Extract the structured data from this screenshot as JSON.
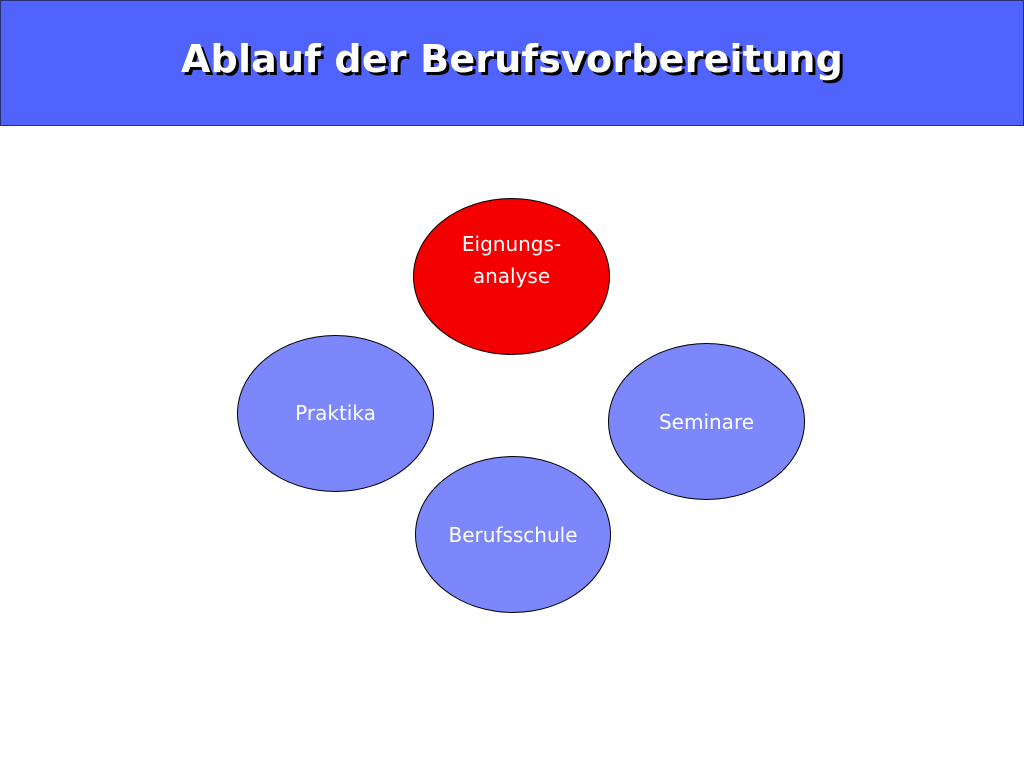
{
  "colors": {
    "header_background": "#5063fd",
    "highlight_node": "#f40000",
    "default_node": "#7c87fb",
    "text": "#ffffff"
  },
  "header": {
    "title": "Ablauf der Berufsvorbereitung"
  },
  "diagram": {
    "nodes": [
      {
        "id": "eignung",
        "lines": [
          "Eignungs-",
          "analyse"
        ],
        "highlighted": true
      },
      {
        "id": "praktika",
        "lines": [
          "Praktika"
        ],
        "highlighted": false
      },
      {
        "id": "seminare",
        "lines": [
          "Seminare"
        ],
        "highlighted": false
      },
      {
        "id": "berufsschule",
        "lines": [
          "Berufsschule"
        ],
        "highlighted": false
      }
    ]
  }
}
